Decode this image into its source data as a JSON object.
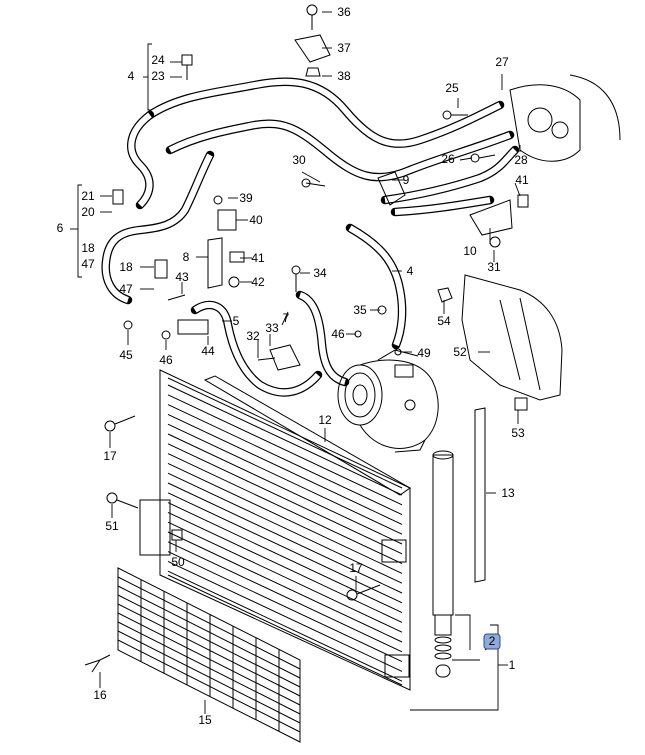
{
  "diagram": {
    "type": "exploded-parts-diagram",
    "selected_callout": "2",
    "callouts": [
      {
        "label": "36"
      },
      {
        "label": "37"
      },
      {
        "label": "38"
      },
      {
        "label": "24"
      },
      {
        "label": "23"
      },
      {
        "label": "4"
      },
      {
        "label": "27"
      },
      {
        "label": "25"
      },
      {
        "label": "28"
      },
      {
        "label": "26"
      },
      {
        "label": "30"
      },
      {
        "label": "9"
      },
      {
        "label": "21"
      },
      {
        "label": "20"
      },
      {
        "label": "39"
      },
      {
        "label": "40"
      },
      {
        "label": "41"
      },
      {
        "label": "6"
      },
      {
        "label": "18"
      },
      {
        "label": "47"
      },
      {
        "label": "8"
      },
      {
        "label": "41"
      },
      {
        "label": "10"
      },
      {
        "label": "31"
      },
      {
        "label": "18"
      },
      {
        "label": "43"
      },
      {
        "label": "47"
      },
      {
        "label": "42"
      },
      {
        "label": "34"
      },
      {
        "label": "4"
      },
      {
        "label": "54"
      },
      {
        "label": "35"
      },
      {
        "label": "5"
      },
      {
        "label": "7"
      },
      {
        "label": "33"
      },
      {
        "label": "32"
      },
      {
        "label": "46"
      },
      {
        "label": "45"
      },
      {
        "label": "46"
      },
      {
        "label": "44"
      },
      {
        "label": "49"
      },
      {
        "label": "52"
      },
      {
        "label": "17"
      },
      {
        "label": "12"
      },
      {
        "label": "53"
      },
      {
        "label": "13"
      },
      {
        "label": "51"
      },
      {
        "label": "50"
      },
      {
        "label": "17"
      },
      {
        "label": "2"
      },
      {
        "label": "1"
      },
      {
        "label": "16"
      },
      {
        "label": "15"
      }
    ]
  }
}
